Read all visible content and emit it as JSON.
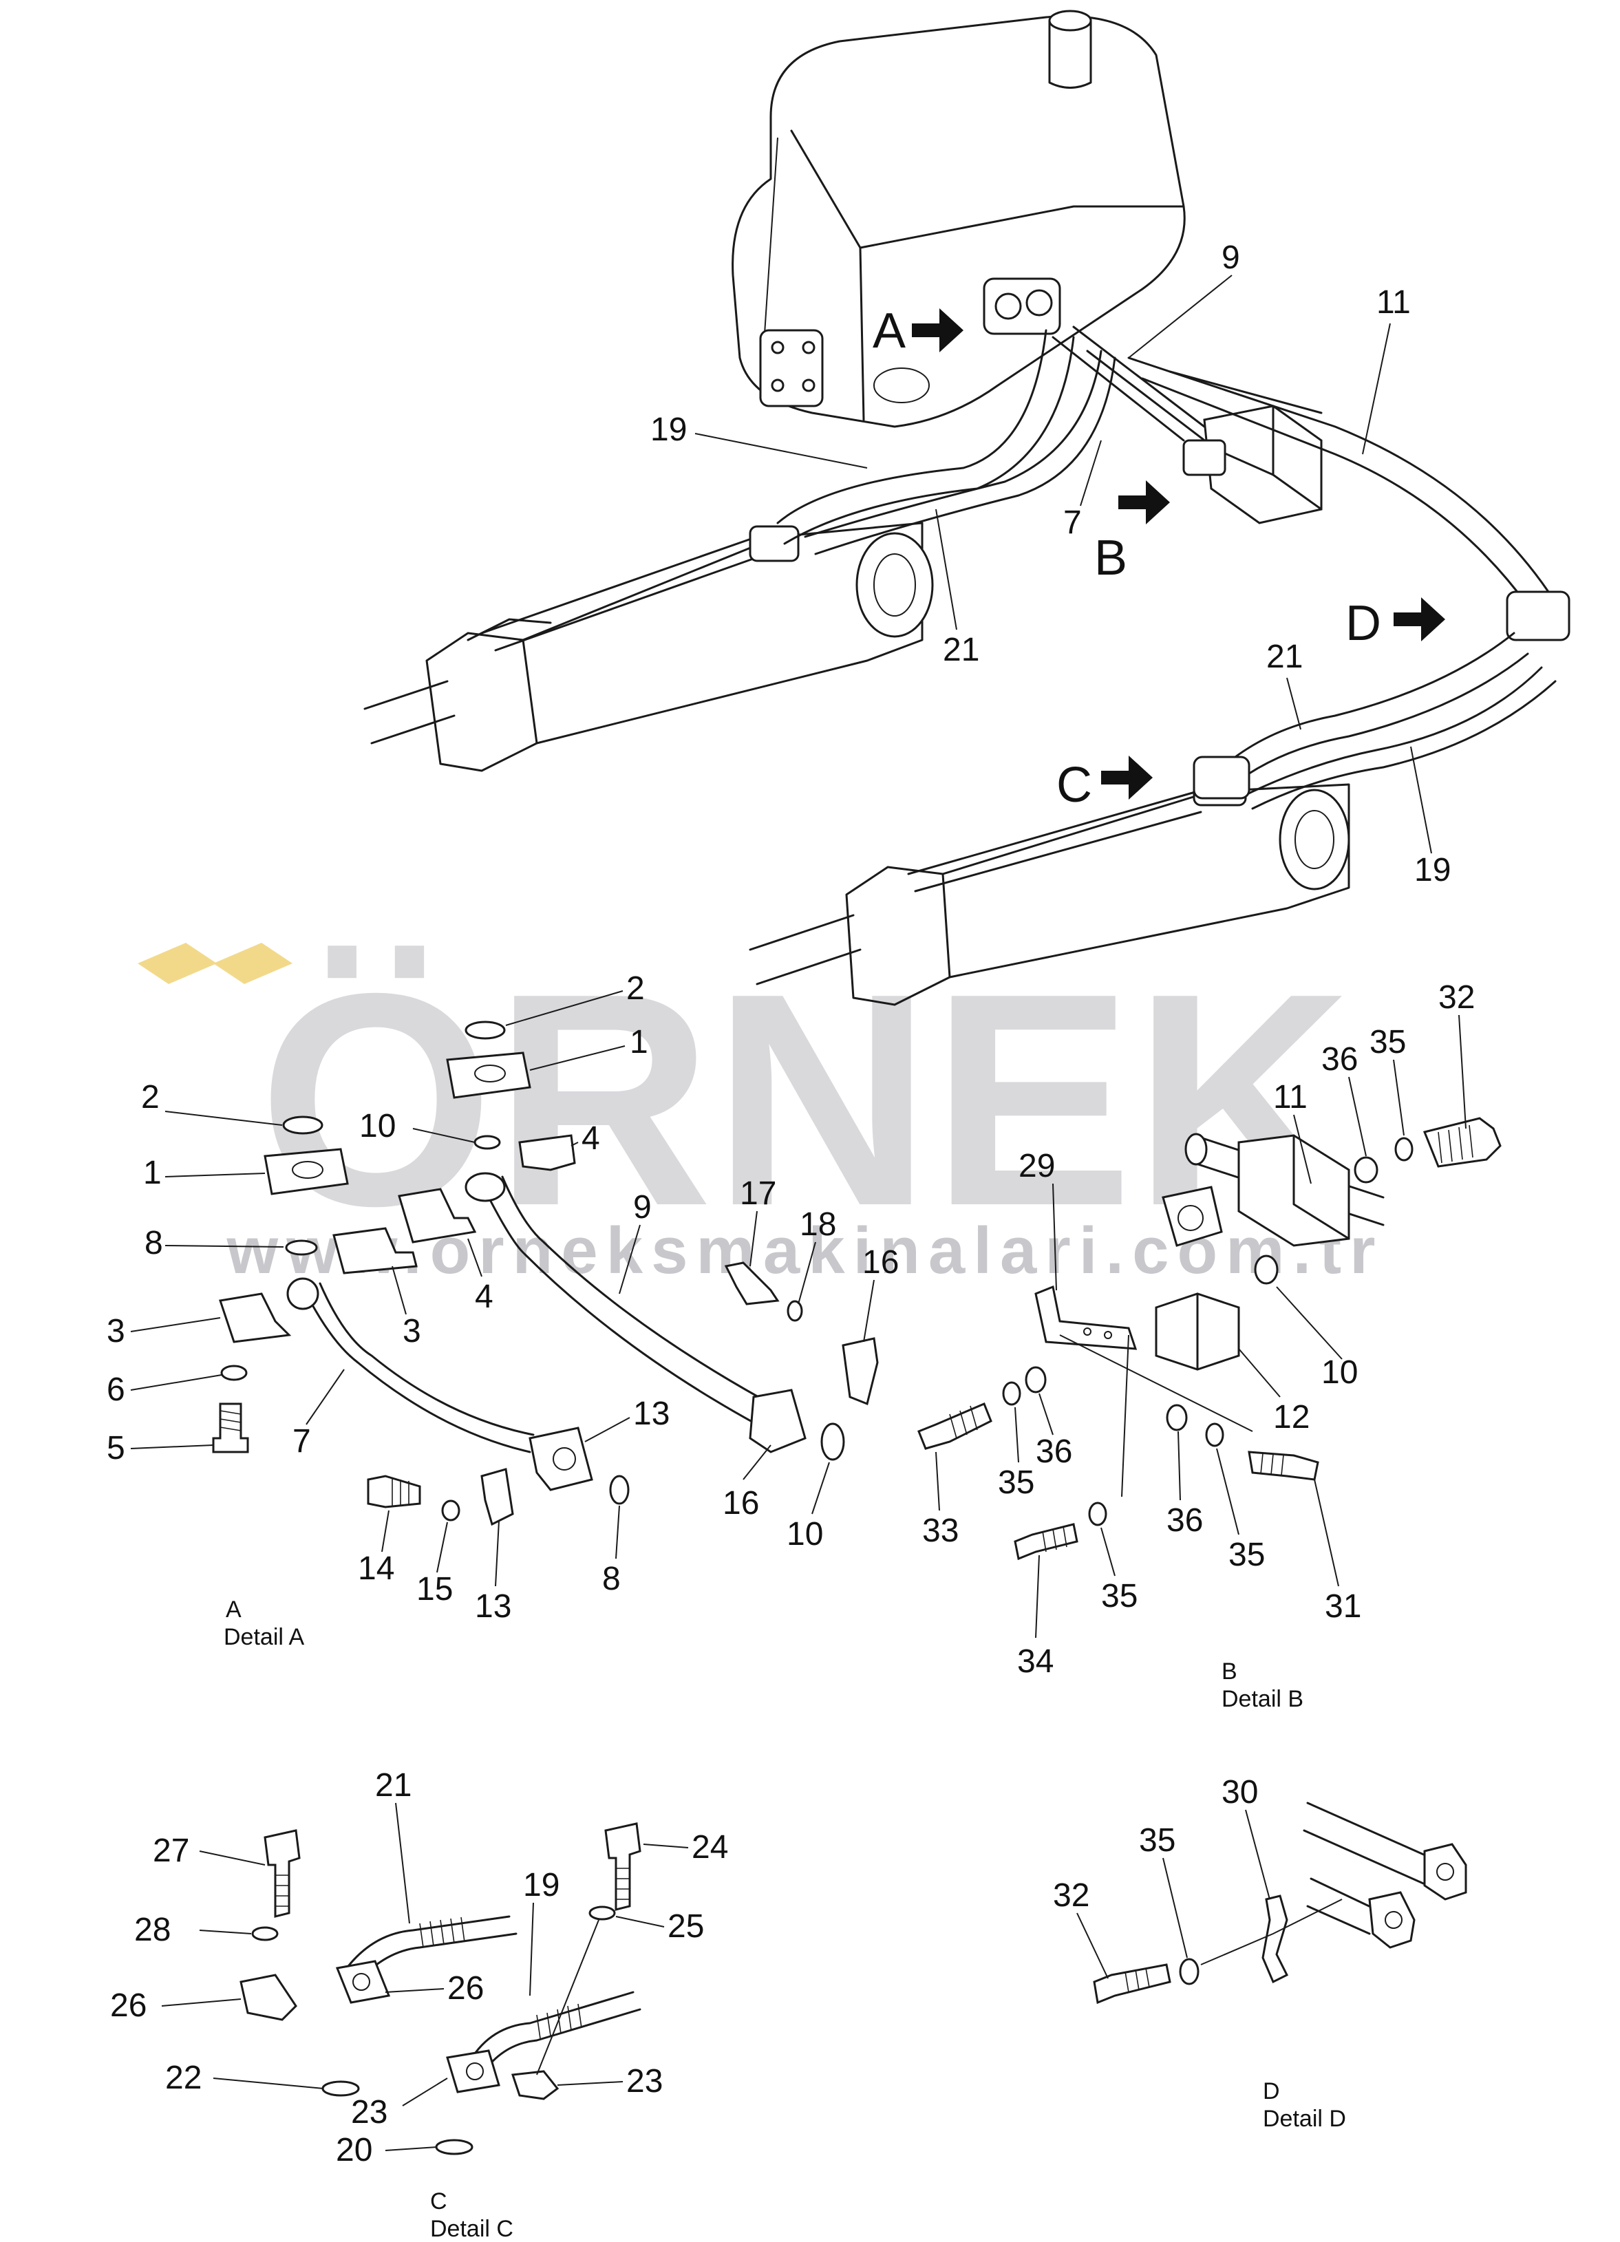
{
  "watermark": {
    "brand": "ÖRNEK",
    "url": "www.orneksmakinalari.com.tr",
    "color_main": "#d9d9dc",
    "color_accent": "#f2d98a"
  },
  "views": {
    "A": "A",
    "B": "B",
    "C": "C",
    "D": "D"
  },
  "callouts": {
    "n1": "1",
    "n2": "2",
    "n3": "3",
    "n4": "4",
    "n5": "5",
    "n6": "6",
    "n7": "7",
    "n8": "8",
    "n9": "9",
    "n10": "10",
    "n11": "11",
    "n12": "12",
    "n13": "13",
    "n14": "14",
    "n15": "15",
    "n16": "16",
    "n17": "17",
    "n18": "18",
    "n19": "19",
    "n20": "20",
    "n21": "21",
    "n22": "22",
    "n23": "23",
    "n24": "24",
    "n25": "25",
    "n26": "26",
    "n27": "27",
    "n28": "28",
    "n29": "29",
    "n30": "30",
    "n31": "31",
    "n32": "32",
    "n33": "33",
    "n34": "34",
    "n35": "35",
    "n36": "36"
  },
  "details": {
    "a": {
      "mark": "A",
      "label": "Detail A"
    },
    "b": {
      "mark": "B",
      "label": "Detail B"
    },
    "c": {
      "mark": "C",
      "label": "Detail C"
    },
    "d": {
      "mark": "D",
      "label": "Detail D"
    }
  }
}
